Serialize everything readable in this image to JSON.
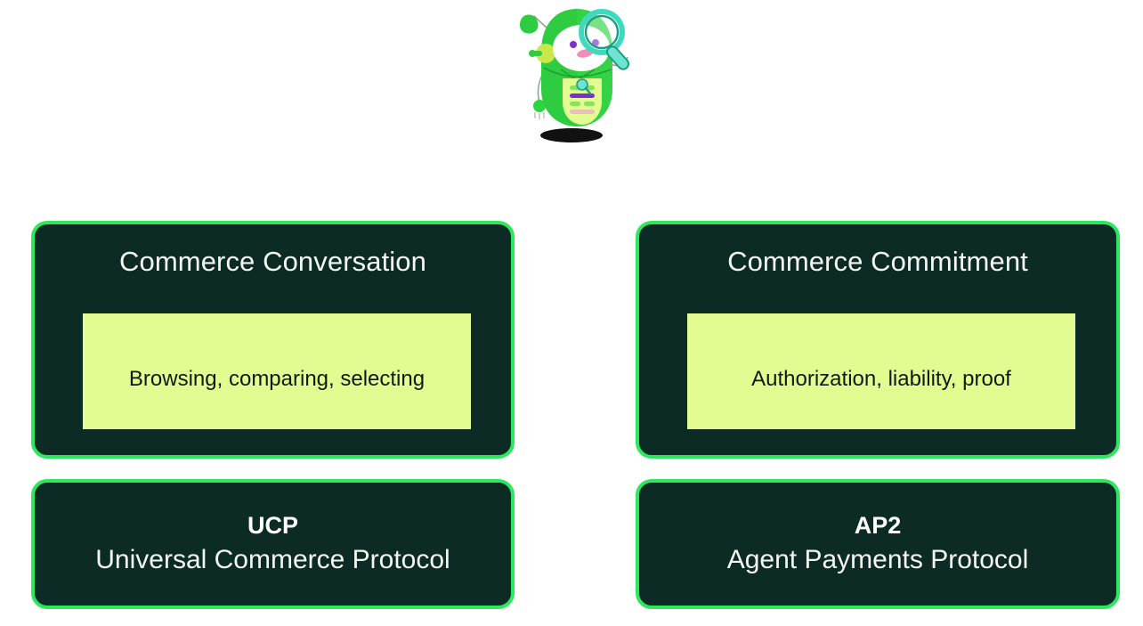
{
  "page": {
    "background_color": "#ffffff",
    "accent_border_color": "#2DE85F",
    "card_background_color": "#0C2B24",
    "highlight_background_color": "#E3FC91",
    "title_text_color": "#F4F6F4",
    "highlight_text_color": "#111A12"
  },
  "mascot": {
    "icon_name": "robot-with-magnifier-illustration",
    "alt": "Green robot mascot holding a magnifying glass",
    "colors": {
      "body_green": "#2ECC40",
      "body_bright_green": "#29D63F",
      "belly_yellow": "#E3FC91",
      "magnifier_teal": "#6FE3D2",
      "accent_purple": "#7B2FD1",
      "accent_pink": "#EF8FB8",
      "shadow": "#111111"
    }
  },
  "columns": [
    {
      "id": "ucp",
      "top_card": {
        "title": "Commerce Conversation",
        "highlight": "Browsing, comparing, selecting"
      },
      "bottom_card": {
        "abbreviation": "UCP",
        "full_name": "Universal Commerce Protocol"
      }
    },
    {
      "id": "ap2",
      "top_card": {
        "title": "Commerce Commitment",
        "highlight": "Authorization, liability, proof"
      },
      "bottom_card": {
        "abbreviation": "AP2",
        "full_name": "Agent Payments Protocol"
      }
    }
  ]
}
